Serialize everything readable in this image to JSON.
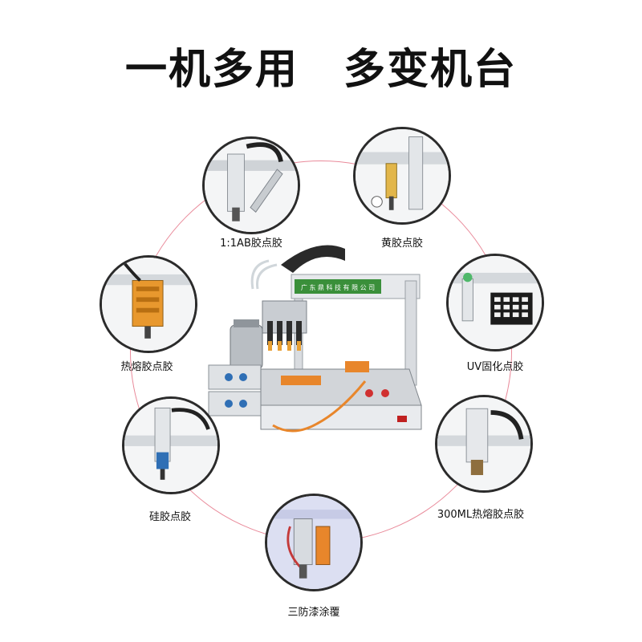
{
  "headline": {
    "left": "一机多用",
    "right": "多变机台"
  },
  "machine": {
    "brand_plate": "广 东 鼎 科 技 有 限 公 司"
  },
  "features": [
    {
      "label": "1:1AB胶点胶",
      "icon": "ab-glue-dispensing-head"
    },
    {
      "label": "黄胶点胶",
      "icon": "yellow-glue-dispensing-head"
    },
    {
      "label": "UV固化点胶",
      "icon": "uv-curing-lamp"
    },
    {
      "label": "300ML热熔胶点胶",
      "icon": "hot-melt-300ml-head"
    },
    {
      "label": "三防漆涂覆",
      "icon": "conformal-coating-head"
    },
    {
      "label": "硅胶点胶",
      "icon": "silicone-dispensing-head"
    },
    {
      "label": "热熔胶点胶",
      "icon": "hot-melt-dispensing-head"
    }
  ],
  "colors": {
    "ring": "#e98a9a",
    "plate": "#3a8f3a",
    "accent_orange": "#e8862b"
  }
}
